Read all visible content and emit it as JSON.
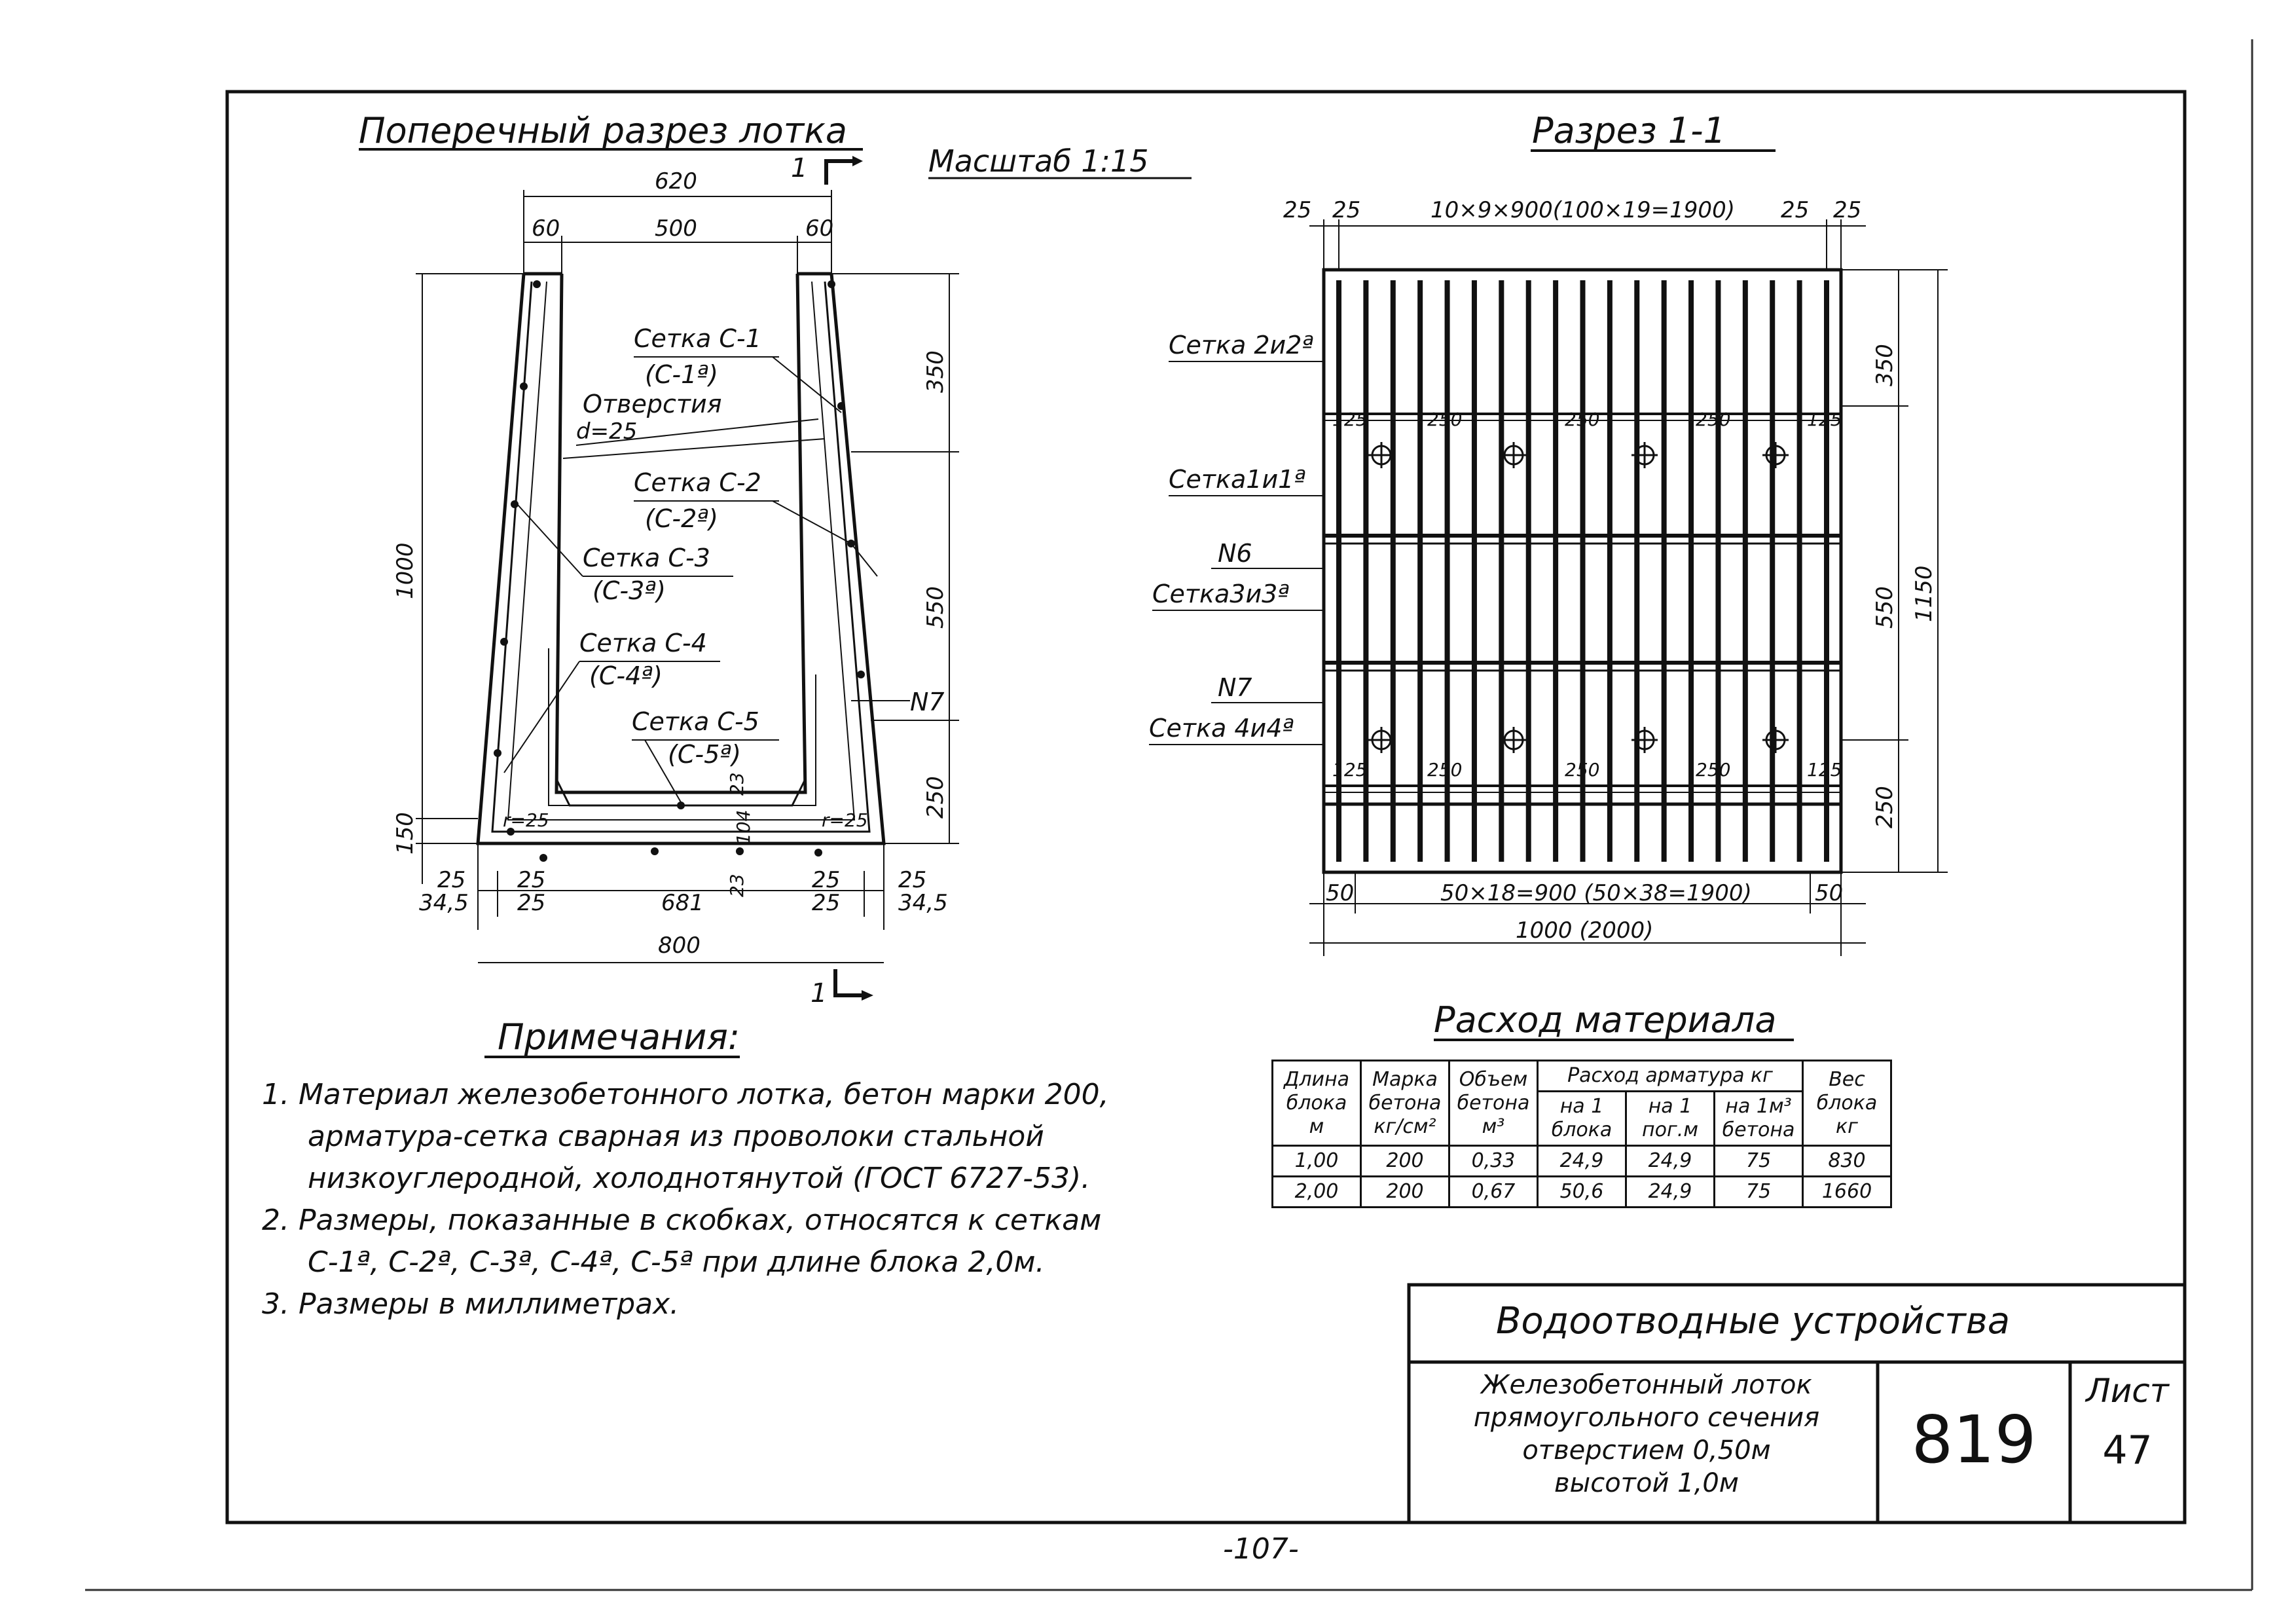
{
  "cross_section": {
    "title": "Поперечный разрез лотка",
    "scale": "Масштаб 1:15",
    "section_mark": "1",
    "dims": {
      "top_total": "620",
      "top_left": "60",
      "top_mid": "500",
      "top_right": "60",
      "height_total": "1000",
      "base_height": "150",
      "right_350": "350",
      "right_550": "550",
      "right_250": "250",
      "bottom_left_a": "25",
      "bottom_left_b": "34,5",
      "bottom_left_c": "25",
      "bottom_left_d": "25",
      "bottom_mid": "681",
      "bottom_right_a": "25",
      "bottom_right_b": "25",
      "bottom_right_c": "25",
      "bottom_right_d": "34,5",
      "bottom_total": "800",
      "d23_a": "23",
      "d23_b": "23",
      "d104": "104",
      "r_left": "r=25",
      "r_right": "r=25"
    },
    "labels": {
      "c1": "Сетка С-1",
      "c1a": "(С-1ª)",
      "holes": "Отверстия",
      "holes_d": "d=25",
      "c2": "Сетка С-2",
      "c2a": "(С-2ª)",
      "c3": "Сетка С-3",
      "c3a": "(С-3ª)",
      "c4": "Сетка С-4",
      "c4a": "(С-4ª)",
      "c5": "Сетка С-5",
      "c5a": "(С-5ª)",
      "n7": "N7"
    }
  },
  "section_11": {
    "title": "Разрез 1-1",
    "top_dims": {
      "a": "25",
      "b": "25",
      "mid": "10×9×900(100×19=1900)",
      "c": "25",
      "d": "25"
    },
    "right_dims": {
      "d350": "350",
      "d550": "550",
      "d250": "250",
      "d1150": "1150"
    },
    "bottom_dims": {
      "left": "50",
      "mid": "50×18=900 (50×38=1900)",
      "right": "50",
      "total": "1000 (2000)"
    },
    "hole_dims_top": [
      "125",
      "250",
      "250",
      "250",
      "125"
    ],
    "hole_dims_bottom": [
      "125",
      "250",
      "250",
      "250",
      "125"
    ],
    "labels": {
      "m2": "Сетка 2и2ª",
      "m1": "Сетка1и1ª",
      "n6": "N6",
      "m3": "Сетка3и3ª",
      "n7": "N7",
      "m4": "Сетка 4и4ª"
    }
  },
  "notes": {
    "title": "Примечания:",
    "items": [
      "1. Материал железобетонного лотка, бетон марки 200, арматура-сетка сварная из проволоки стальной низкоуглеродной, холоднотянутой (ГОСТ 6727-53).",
      "2. Размеры, показанные в скобках, относятся к сеткам С-1ª, С-2ª, С-3ª, С-4ª, С-5ª при длине блока 2,0м.",
      "3. Размеры в миллиметрах."
    ]
  },
  "materials": {
    "title": "Расход материала",
    "headers": {
      "length": "Длина блока м",
      "grade": "Марка бетона кг/см²",
      "volume": "Объем бетона м³",
      "rebar": "Расход арматура кг",
      "per_block": "на 1 блока",
      "per_m": "на 1 пог.м",
      "per_m3": "на 1м³ бетона",
      "weight": "Вес блока кг"
    },
    "rows": [
      [
        "1,00",
        "200",
        "0,33",
        "24,9",
        "24,9",
        "75",
        "830"
      ],
      [
        "2,00",
        "200",
        "0,67",
        "50,6",
        "24,9",
        "75",
        "1660"
      ]
    ]
  },
  "title_block": {
    "heading": "Водоотводные устройства",
    "desc_lines": [
      "Железобетонный лоток",
      "прямоугольного сечения",
      "отверстием 0,50м",
      "высотой 1,0м"
    ],
    "number": "819",
    "sheet_label": "Лист",
    "sheet": "47"
  },
  "page_number": "-107-"
}
